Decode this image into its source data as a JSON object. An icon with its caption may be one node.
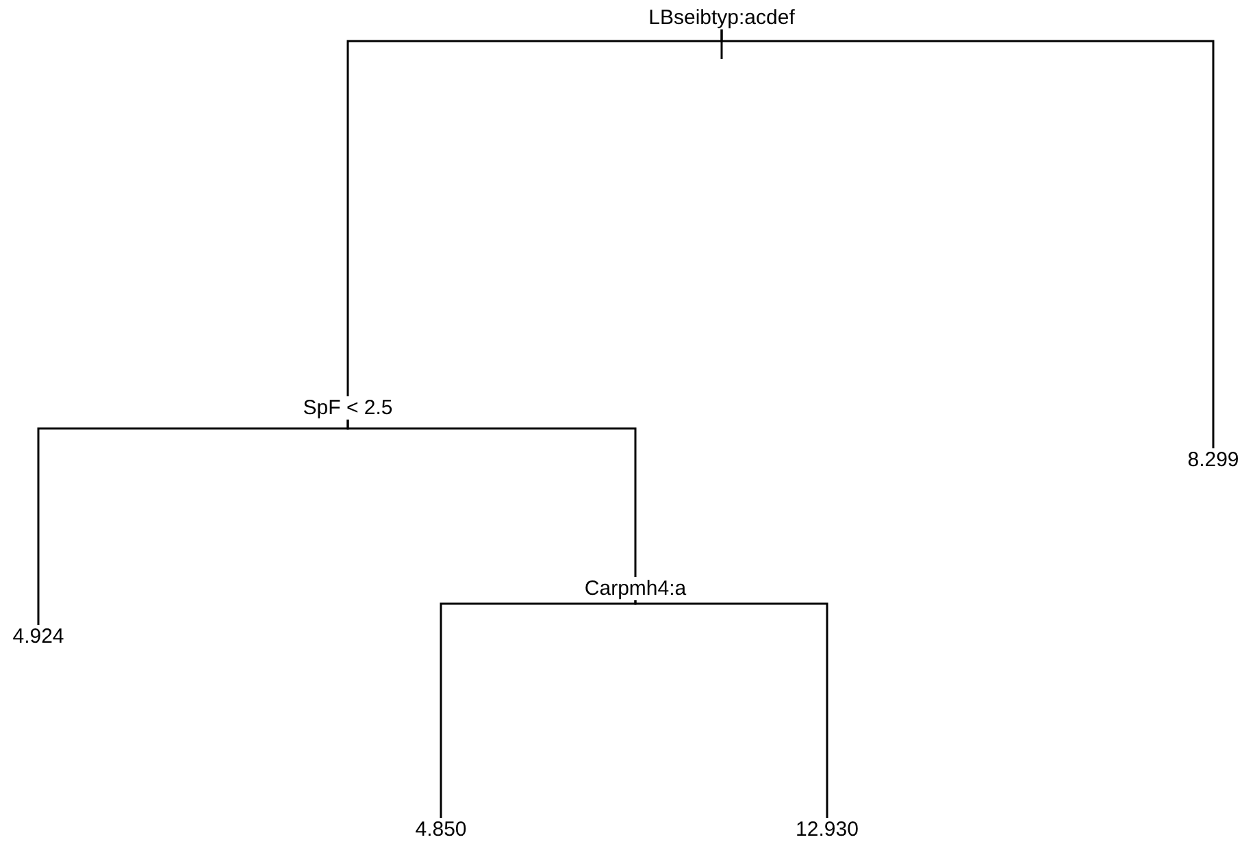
{
  "diagram": {
    "nodes": [
      {
        "text": [
          "LBseibtyp:acdef"
        ]
      },
      {
        "text": [
          "SpF < 2.5"
        ]
      },
      {
        "text": [
          "8.299"
        ]
      },
      {
        "text": [
          "4.924"
        ]
      },
      {
        "text": [
          "Carpmh4:a"
        ]
      },
      {
        "text": [
          "4.850"
        ]
      },
      {
        "text": [
          "12.930"
        ]
      }
    ],
    "edges": [
      {
        "from": 0,
        "to": 1,
        "arrow": "none"
      },
      {
        "from": 0,
        "to": 2,
        "arrow": "none"
      },
      {
        "from": 1,
        "to": 3,
        "arrow": "none"
      },
      {
        "from": 1,
        "to": 4,
        "arrow": "none"
      },
      {
        "from": 4,
        "to": 5,
        "arrow": "none"
      },
      {
        "from": 4,
        "to": 6,
        "arrow": "none"
      }
    ]
  }
}
